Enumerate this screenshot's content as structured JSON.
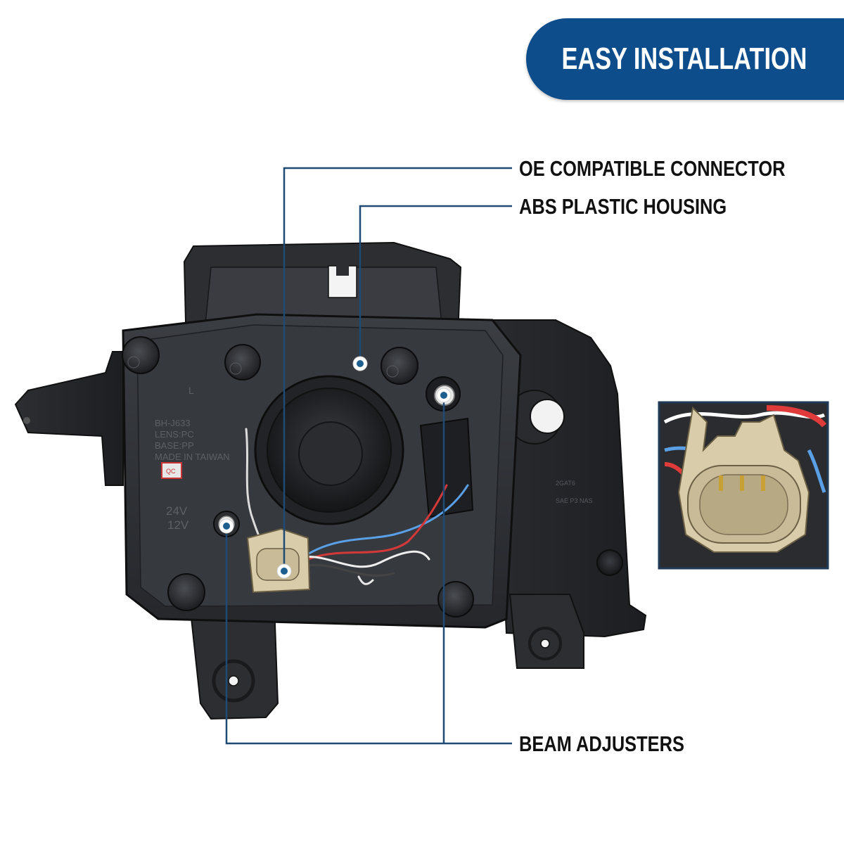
{
  "banner": {
    "title": "EASY INSTALLATION",
    "color": "#0e4d8c"
  },
  "callouts": {
    "connector": "OE COMPATIBLE CONNECTOR",
    "housing": "ABS PLASTIC HOUSING",
    "adjusters": "BEAM ADJUSTERS"
  },
  "housing_labels": {
    "part_number": "BH-J633",
    "lens": "LENS:PC",
    "base": "BASE:PP",
    "origin": "MADE IN TAIWAN",
    "qc": "QC",
    "voltage_top": "24V",
    "voltage": "12V",
    "side_mark": "L"
  },
  "colors": {
    "leader_line": "#1f4a74",
    "housing": "#2a2c30",
    "connector": "#d9ccab",
    "accent_dot": "#1d5f8f"
  }
}
